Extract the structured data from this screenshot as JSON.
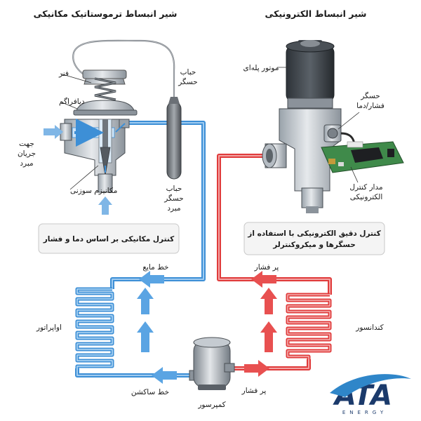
{
  "titles": {
    "mechanical": "شیر انبساط ترموستاتیک مکانیکی",
    "electronic": "شیر انبساط الکترونیکی"
  },
  "mechanical_labels": {
    "spring": "فنر",
    "diaphragm": "دیافراگم",
    "flow_dir_1": "جهت",
    "flow_dir_2": "جریان",
    "flow_dir_3": "مبرد",
    "needle": "مکانیزم سوزنی",
    "sensor_bulb_1": "حباب",
    "sensor_bulb_2": "حسگر",
    "bulb_refr_1": "حباب",
    "bulb_refr_2": "حسگر",
    "bulb_refr_3": "مبرد"
  },
  "electronic_labels": {
    "stepper_motor": "موتور پله‌ای",
    "sensor_1": "حسگر",
    "sensor_2": "فشار/دما",
    "circuit_1": "مدار کنترل",
    "circuit_2": "الکترونیکی"
  },
  "info_boxes": {
    "mechanical": "کنترل مکانیکی بر اساس دما و فشار",
    "electronic_1": "کنترل دقیق الکترونیکی با استفاده از",
    "electronic_2": "حسگرها و میکروکنترلر"
  },
  "cycle_labels": {
    "liquid_line": "خط مایع",
    "high_pressure_top": "پر فشار",
    "evaporator": "اواپراتور",
    "condenser": "کندانسور",
    "suction_line": "خط ساکشن",
    "high_pressure_bottom": "پر فشار",
    "compressor": "کمپرسور"
  },
  "logo": {
    "name": "ATA",
    "sub": "ENERGY"
  },
  "colors": {
    "cold": "#3d8fd6",
    "hot": "#e03b3b",
    "valve_metal": "#c9ced4",
    "pcb": "#3f8a4a",
    "logo_blue": "#1b3a6b"
  }
}
